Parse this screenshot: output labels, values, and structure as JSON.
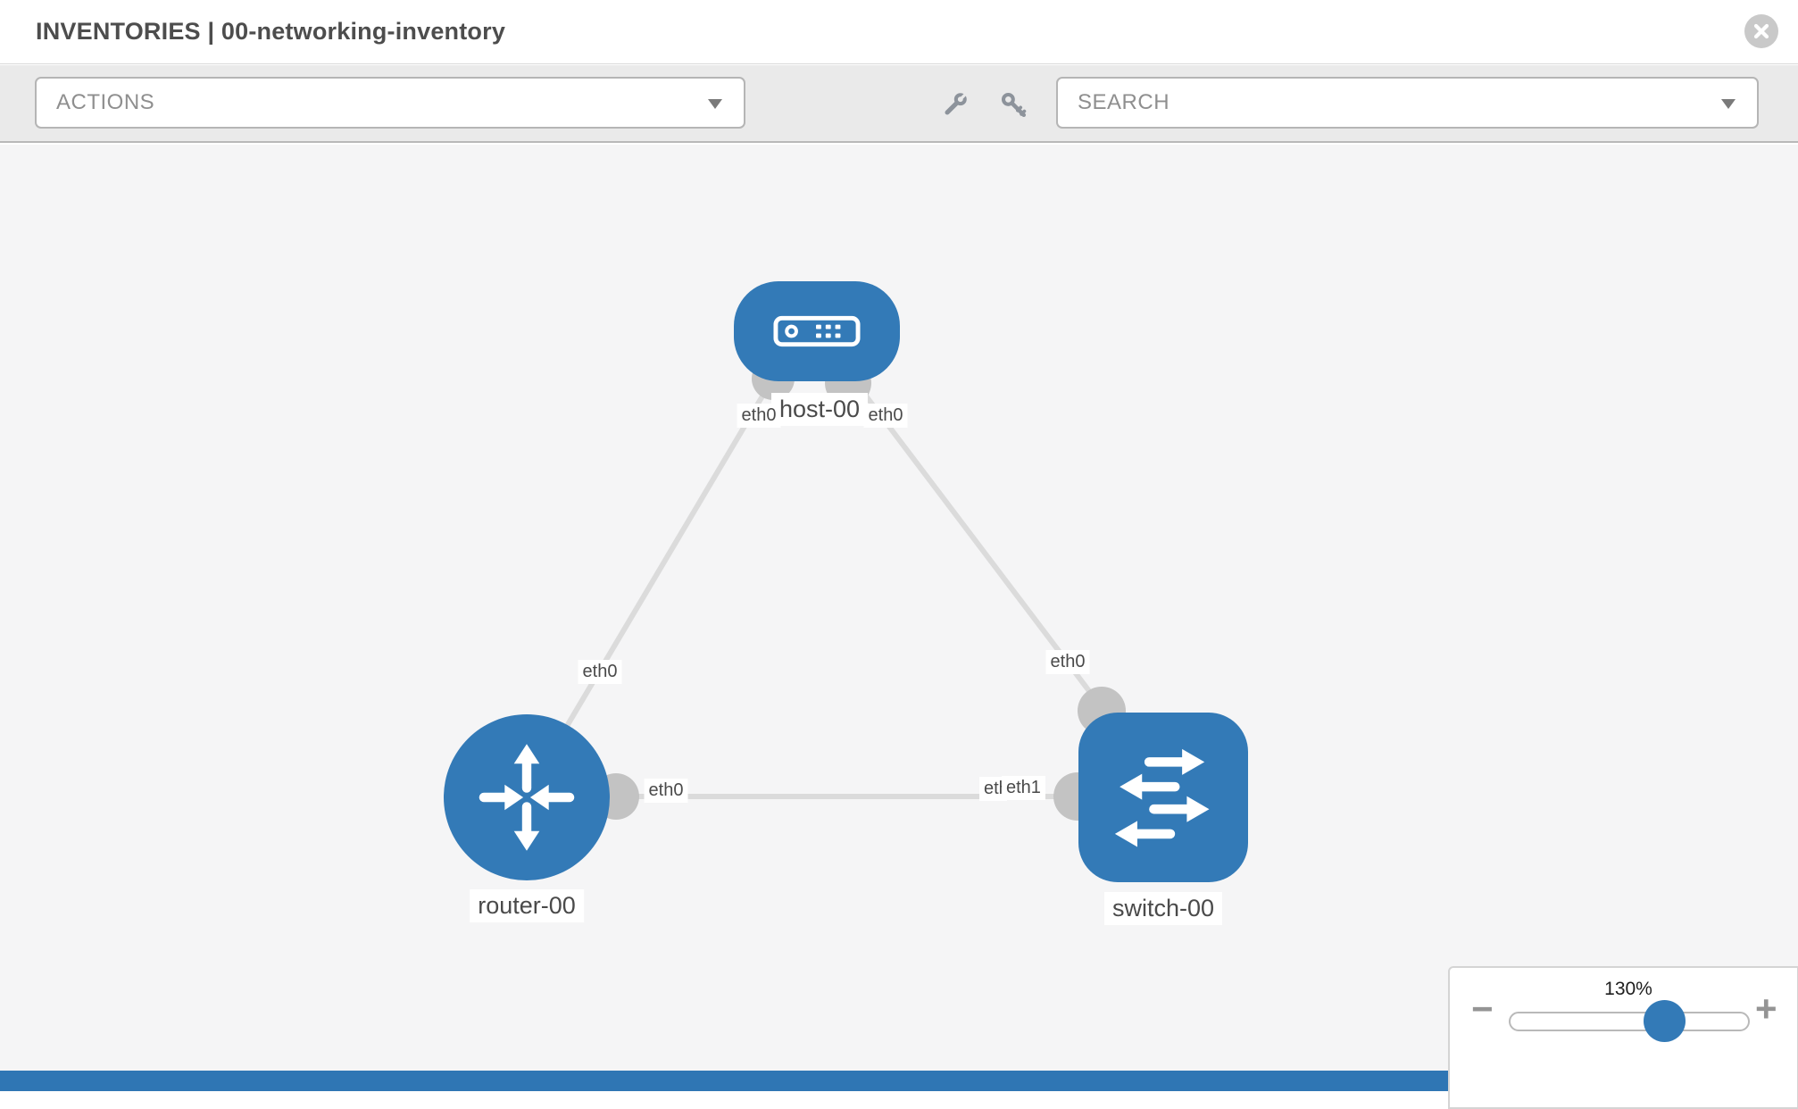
{
  "header": {
    "title": "INVENTORIES | 00-networking-inventory",
    "close_icon": "x-circle"
  },
  "toolbar": {
    "actions_label": "ACTIONS",
    "search_placeholder": "SEARCH",
    "wrench_icon": "wrench-icon",
    "key_icon": "key-icon"
  },
  "topology": {
    "nodes": [
      {
        "label": "host-00",
        "type": "host"
      },
      {
        "label": "router-00",
        "type": "router"
      },
      {
        "label": "switch-00",
        "type": "switch"
      }
    ],
    "links": [
      {
        "from": "host-00",
        "to": "router-00"
      },
      {
        "from": "host-00",
        "to": "switch-00"
      },
      {
        "from": "router-00",
        "to": "switch-00"
      }
    ],
    "interface_labels": {
      "host_left": "eth0",
      "host_right": "eth0",
      "router_top": "eth0",
      "switch_top": "eth0",
      "link_mid_left": "eth0",
      "link_mid_right_hidden": "eth0",
      "link_mid_right": "eth1"
    }
  },
  "zoom_control": {
    "level": "130%",
    "minus": "−",
    "plus": "+"
  },
  "colors": {
    "node_blue": "#337ab7",
    "link_gray": "#dbdbdb",
    "endpoint_gray": "#c3c3c3",
    "canvas_bg": "#f5f5f6"
  }
}
